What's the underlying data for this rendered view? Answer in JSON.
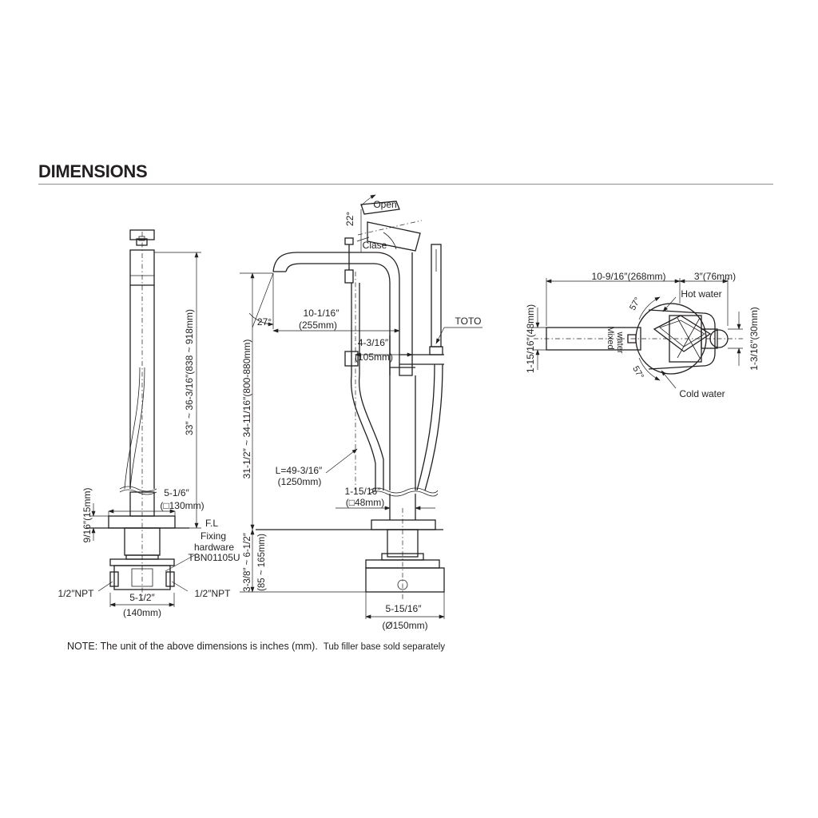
{
  "heading": "DIMENSIONS",
  "note": {
    "text": "NOTE: The unit of the above dimensions is inches (mm).",
    "tail": "Tub filler base sold separately"
  },
  "views": {
    "side": {
      "overall_height": "33″ ~ 36-3/16″(838 ~ 918mm)",
      "flange_width": "5-1/6″",
      "flange_width_mm": "(□130mm)",
      "flange_thickness": "9/16″(15mm)",
      "floor_line": "F.L",
      "fixing_line1": "Fixing",
      "fixing_line2": "hardware",
      "fixing_model": "TBN01105U",
      "npt_left": "1/2″NPT",
      "npt_right": "1/2″NPT",
      "base_width": "5-1/2″",
      "base_width_mm": "(140mm)"
    },
    "front": {
      "open_label": "Open",
      "close_label": "Clase",
      "lever_angle": "22°",
      "spout_angle": "27°",
      "spout_reach": "10-1/16″",
      "spout_reach_mm": "(255mm)",
      "brand_label": "TOTO",
      "handshower_offset": "4-3/16″",
      "handshower_offset_mm": "(105mm)",
      "spout_height": "31-1/2″ ~ 34-11/16″(800-880mm)",
      "hose_length": "L=49-3/16″",
      "hose_length_mm": "(1250mm)",
      "column_width": "1-15/16″",
      "column_width_mm": "(□48mm)",
      "rough_depth": "3-3/8″ ~ 6-1/2″",
      "rough_depth_mm": "(85 ~ 165mm)",
      "base_diameter": "5-15/16″",
      "base_diameter_mm": "(Ø150mm)"
    },
    "top": {
      "total_length": "10-9/16″(268mm)",
      "handle_length": "3″(76mm)",
      "hot_label": "Hot water",
      "cold_label": "Cold water",
      "mixed_line1": "Mixed",
      "mixed_line2": "water",
      "angle_upper": "57°",
      "angle_lower": "57°",
      "body_width": "1-15/16″(48mm)",
      "handle_width": "1-3/16″(30mm)"
    }
  }
}
